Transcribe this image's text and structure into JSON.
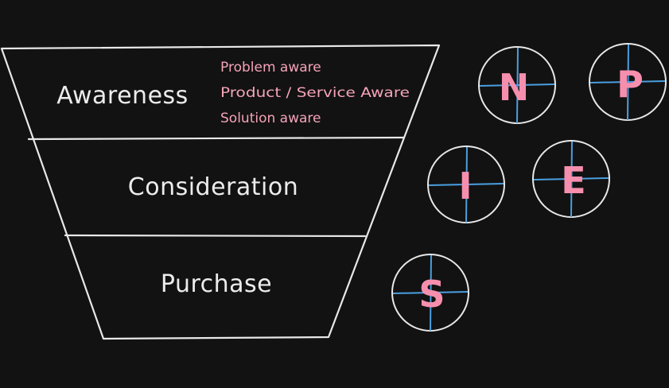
{
  "funnel": {
    "stages": [
      {
        "label": "Awareness",
        "notes": [
          "Problem aware",
          "Product / Service Aware",
          "Solution aware"
        ]
      },
      {
        "label": "Consideration",
        "notes": []
      },
      {
        "label": "Purchase",
        "notes": []
      }
    ]
  },
  "circles": [
    {
      "letter": "N"
    },
    {
      "letter": "P"
    },
    {
      "letter": "I"
    },
    {
      "letter": "E"
    },
    {
      "letter": "S"
    }
  ],
  "colors": {
    "background": "#121212",
    "line": "#e8e8e8",
    "text": "#ececec",
    "accent_pink": "#f68fae",
    "crosshair_blue": "#4a9fe0"
  }
}
